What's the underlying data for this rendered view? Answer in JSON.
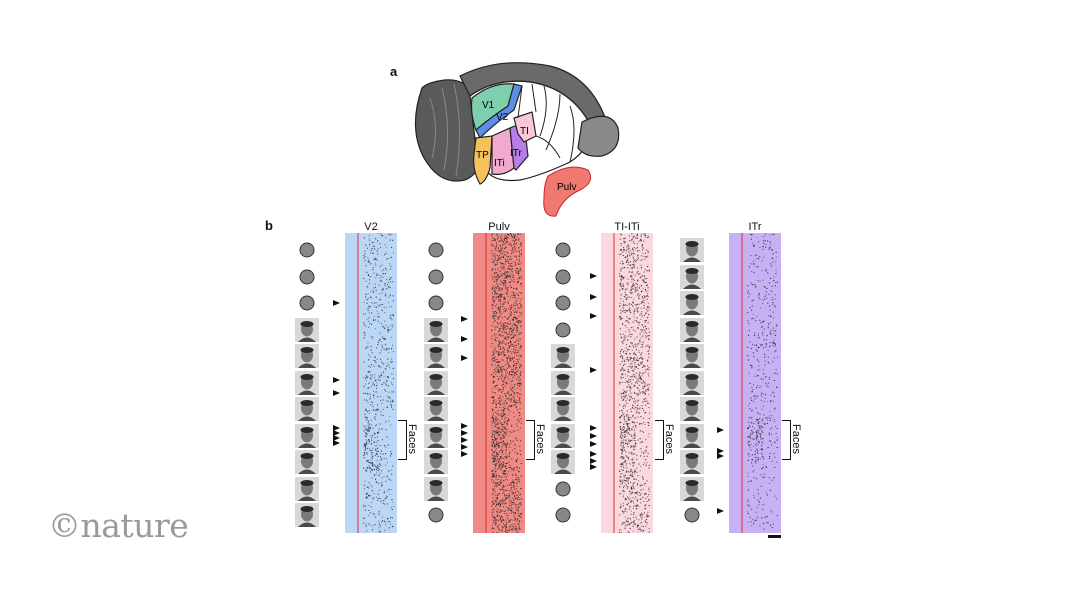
{
  "figure": {
    "panel_a_label": "a",
    "panel_b_label": "b",
    "brain_regions": {
      "v1": "V1",
      "v2": "V2",
      "tp": "TP",
      "iti": "ITi",
      "itr": "ITr",
      "ti": "TI",
      "pulv": "Pulv"
    },
    "columns": [
      {
        "title": "V2",
        "color": "#bcd6f7"
      },
      {
        "title": "Pulv",
        "color": "#f08a84"
      },
      {
        "title": "TI-ITi",
        "color": "#fbd7e0"
      },
      {
        "title": "ITr",
        "color": "#c7b0f3"
      }
    ],
    "faces_label": "Faces",
    "watermark": "©nature",
    "colors": {
      "v1": "#7fcfae",
      "v2": "#5b8ee6",
      "tp": "#f4c15a",
      "iti": "#f2a8cf",
      "itr": "#b57ee8",
      "ti": "#f9c7d9",
      "pulv": "#f07a70",
      "brain_dark": "#5a5a5a",
      "stim_line": "#e0302a"
    }
  }
}
